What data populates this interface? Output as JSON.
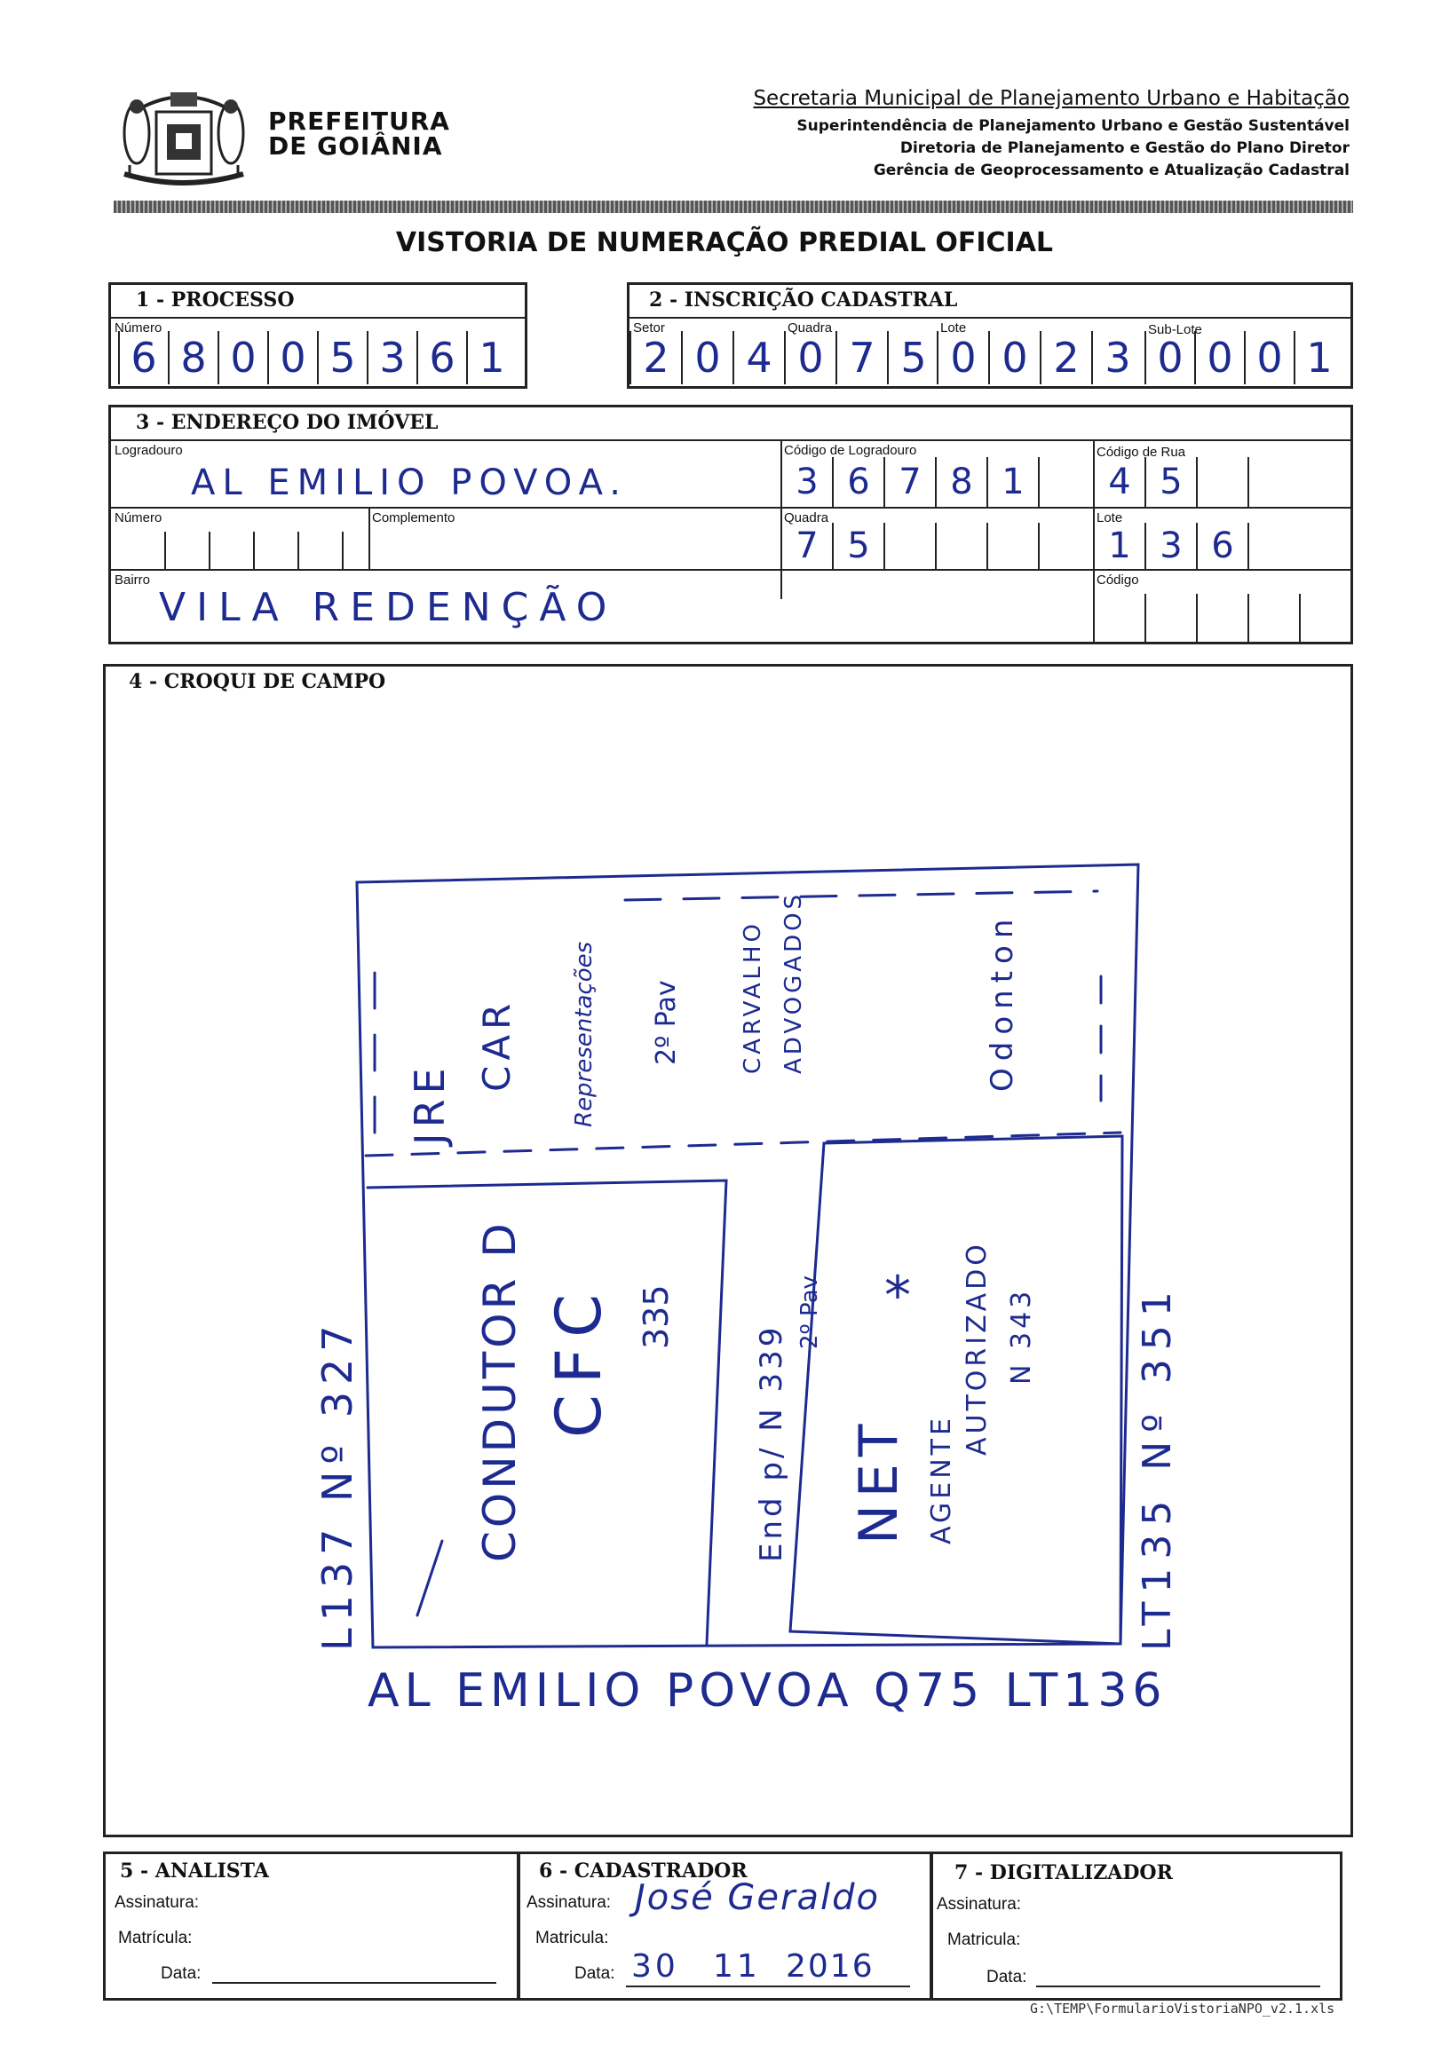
{
  "header": {
    "logo_line1": "PREFEITURA",
    "logo_line2": "DE GOIÂNIA",
    "secretaria": "Secretaria Municipal de Planejamento Urbano e Habitação",
    "line2": "Superintendência de Planejamento Urbano e Gestão Sustentável",
    "line3": "Diretoria de Planejamento e Gestão do Plano Diretor",
    "line4": "Gerência de Geoprocessamento e Atualização Cadastral"
  },
  "title": "VISTORIA DE NUMERAÇÃO PREDIAL OFICIAL",
  "processo": {
    "heading": "1 - PROCESSO",
    "numero_label": "Número",
    "digits": [
      "6",
      "8",
      "0",
      "0",
      "5",
      "3",
      "6",
      "1"
    ]
  },
  "inscricao": {
    "heading": "2 - INSCRIÇÃO CADASTRAL",
    "setor_label": "Setor",
    "setor": [
      "2",
      "0",
      "4"
    ],
    "quadra_label": "Quadra",
    "quadra": [
      "0",
      "7",
      "5"
    ],
    "lote_label": "Lote",
    "lote": [
      "0",
      "0",
      "2",
      "3"
    ],
    "sublote_label": "Sub-Lote",
    "sublote": [
      "0",
      "0",
      "0",
      "1"
    ]
  },
  "endereco": {
    "heading": "3 - ENDEREÇO DO IMÓVEL",
    "logradouro_label": "Logradouro",
    "logradouro": "AL EMILIO POVOA.",
    "cod_logradouro_label": "Código de Logradouro",
    "cod_logradouro": [
      "3",
      "6",
      "7",
      "8",
      "1",
      ""
    ],
    "cod_rua_label": "Código de Rua",
    "cod_rua": [
      "4",
      "5",
      "",
      ""
    ],
    "numero_label": "Número",
    "complemento_label": "Complemento",
    "quadra_label": "Quadra",
    "quadra": [
      "7",
      "5",
      "",
      "",
      "",
      ""
    ],
    "lote_label": "Lote",
    "lote": [
      "1",
      "3",
      "6",
      ""
    ],
    "bairro_label": "Bairro",
    "bairro": "VILA REDENÇÃO",
    "codigo_label": "Código"
  },
  "croqui": {
    "heading": "4 - CROQUI DE CAMPO",
    "lot_top_1a": "JRE",
    "lot_top_1b": "CAR",
    "lot_top_2a": "Representações",
    "lot_top_2b": "2º Pav",
    "lot_top_3a": "CARVALHO",
    "lot_top_3b": "ADVOGADOS",
    "lot_top_4": "Odonton",
    "lot_left_a": "CONDUTOR D",
    "lot_left_b": "CFC",
    "lot_left_num": "335",
    "lot_mid_a": "End p/ N 339",
    "lot_mid_b": "2º Pav",
    "lot_right_a": "NET",
    "lot_right_b": "AGENTE",
    "lot_right_c": "AUTORIZADO",
    "lot_right_d": "N 343",
    "lot_right_star": "*",
    "left_label": "L137 Nº 327",
    "right_label": "LT135 Nº 351",
    "street": "AL EMILIO POVOA Q75 LT136"
  },
  "analista": {
    "heading": "5 - ANALISTA",
    "assinatura": "Assinatura:",
    "matricula": "Matrícula:",
    "data": "Data:"
  },
  "cadastrador": {
    "heading": "6 - CADASTRADOR",
    "assinatura": "Assinatura:",
    "assinatura_value": "José Geraldo",
    "matricula": "Matricula:",
    "data": "Data:",
    "data_day": "30",
    "data_month": "11",
    "data_year": "2016"
  },
  "digitalizador": {
    "heading": "7 - DIGITALIZADOR",
    "assinatura": "Assinatura:",
    "matricula": "Matricula:",
    "data": "Data:"
  },
  "footer_path": "G:\\TEMP\\FormularioVistoriaNPO_v2.1.xls"
}
